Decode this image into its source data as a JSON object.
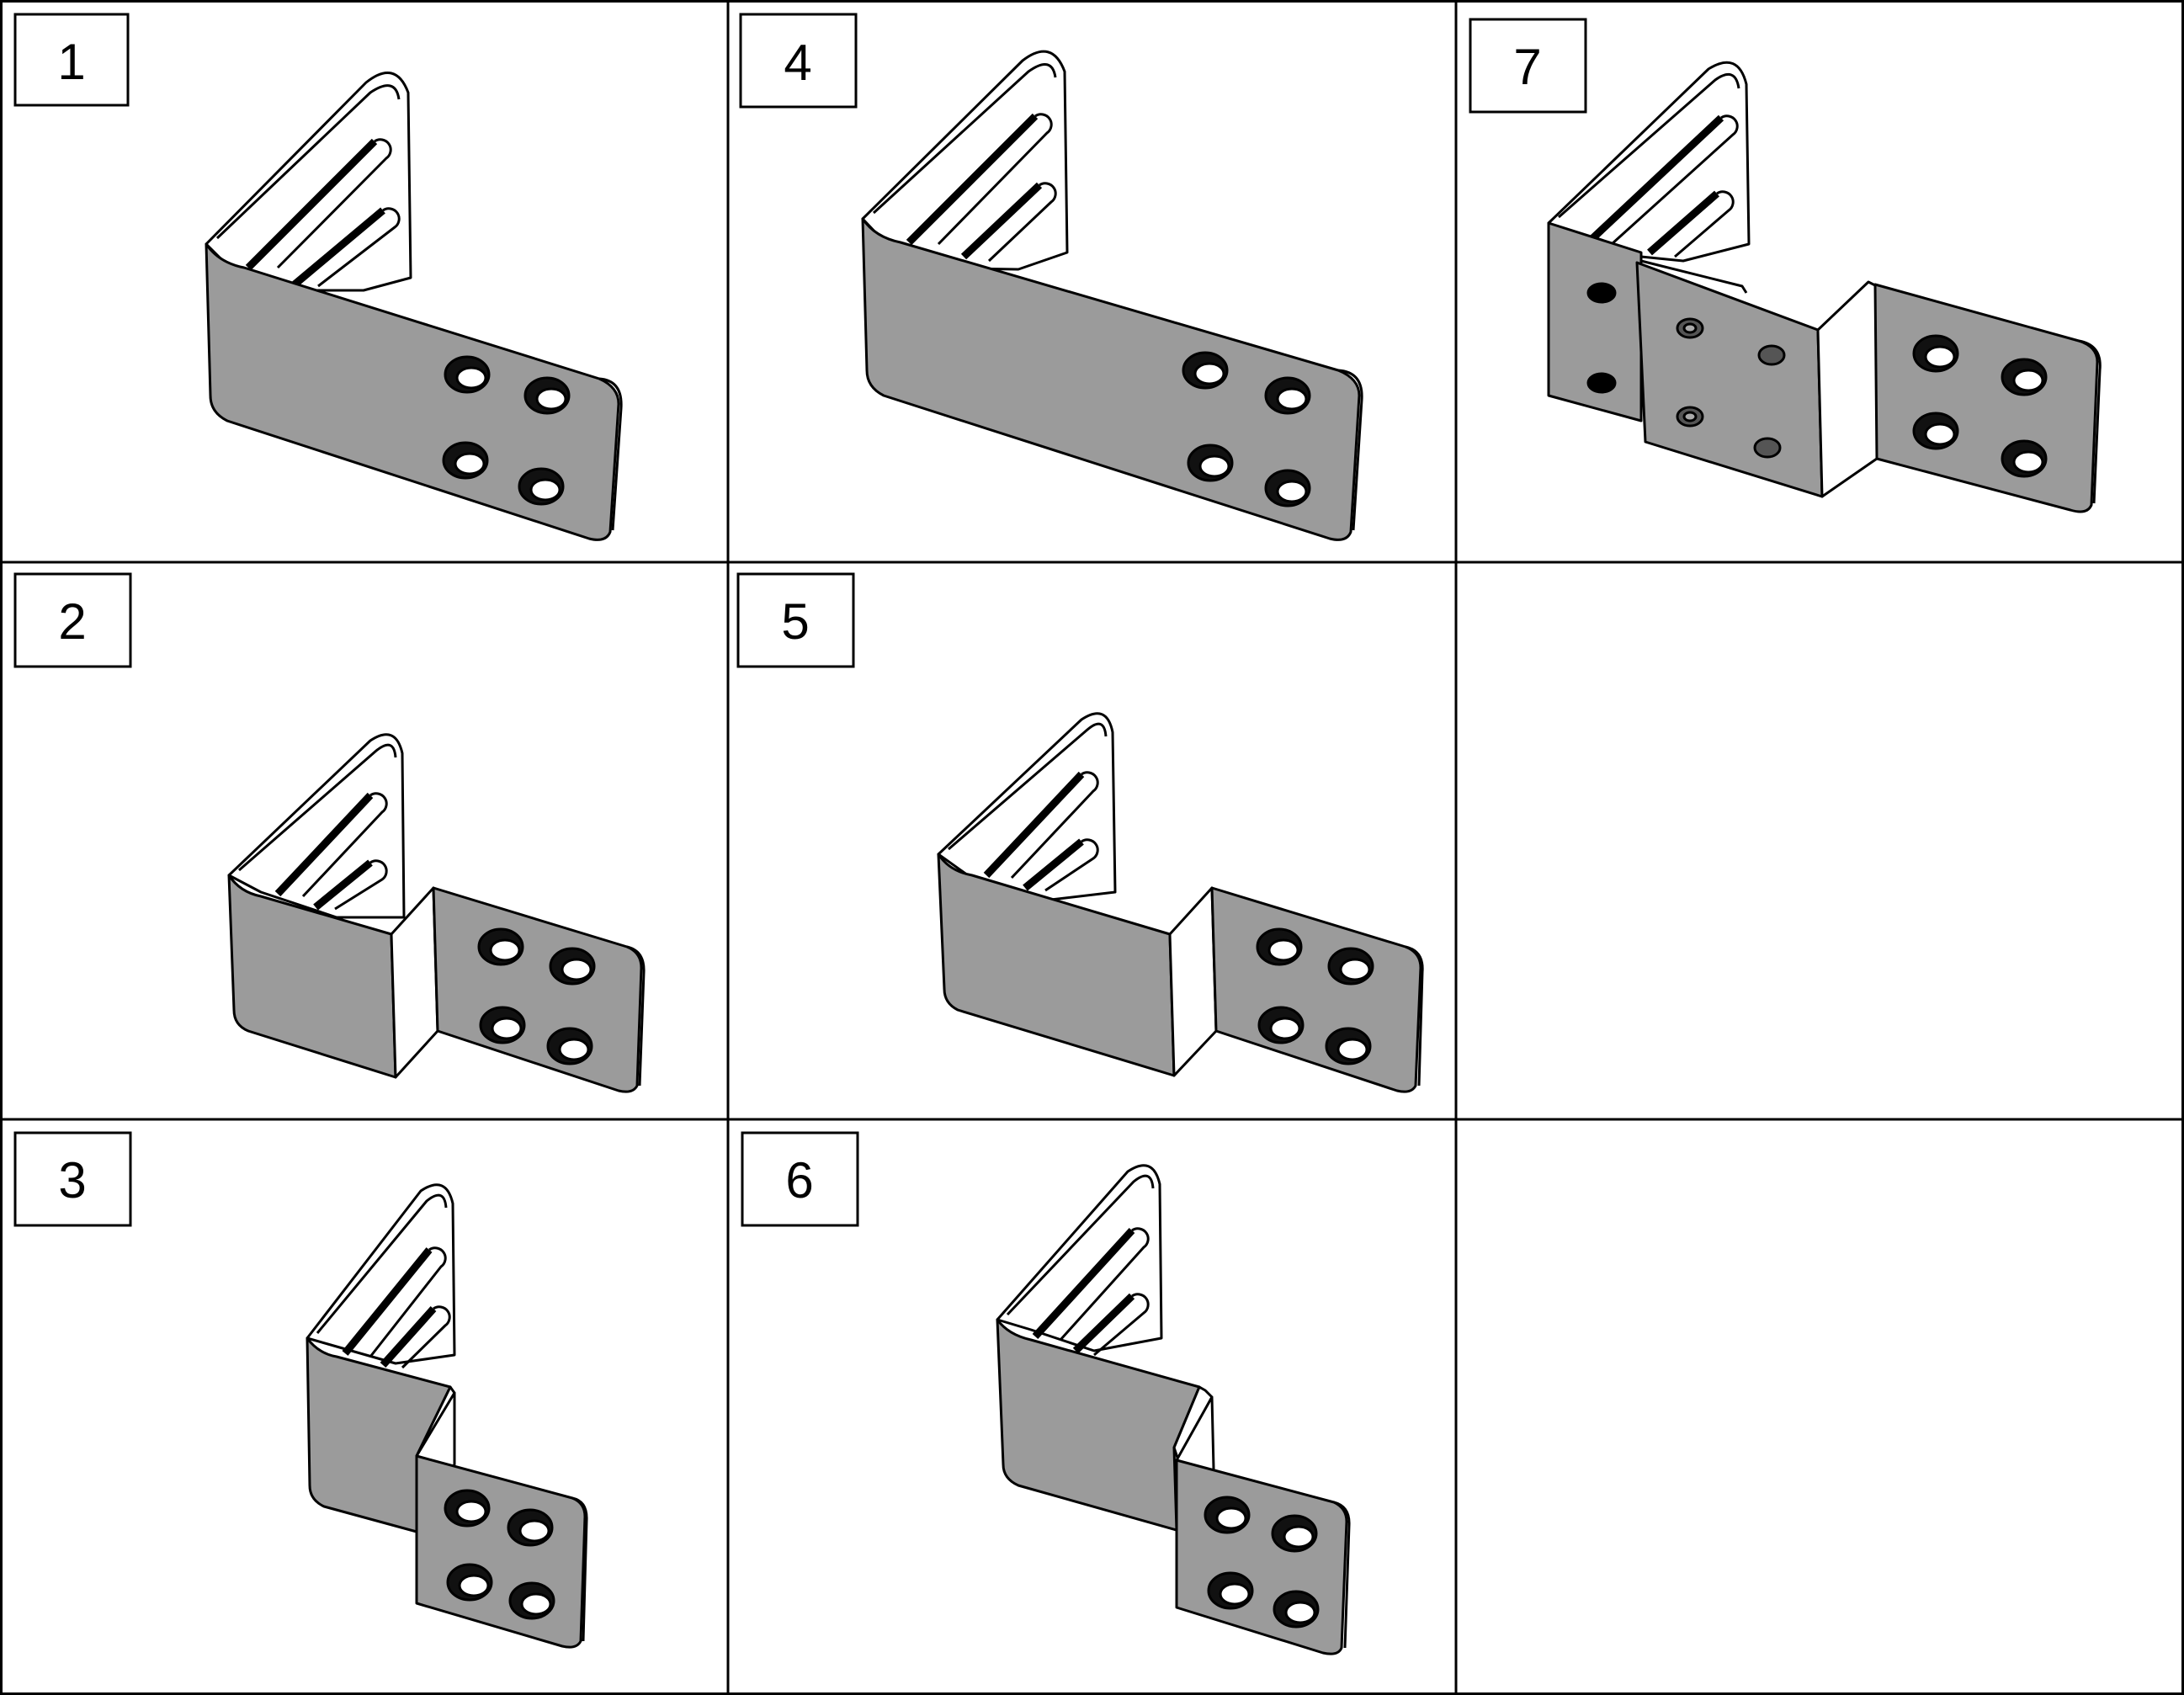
{
  "colors": {
    "line": "#000000",
    "face": "#9b9b9b",
    "face_light": "#ffffff",
    "background": "#ffffff"
  },
  "cells": [
    {
      "label": "1",
      "variant": "L-bracket, long flat arm, no offset step"
    },
    {
      "label": "4",
      "variant": "L-bracket, longer flat arm, no offset step"
    },
    {
      "label": "7",
      "variant": "Z-offset bracket with mounting plate attached"
    },
    {
      "label": "2",
      "variant": "Z-offset bracket, small offset"
    },
    {
      "label": "5",
      "variant": "Z-offset bracket, wide back"
    },
    {
      "label": "",
      "variant": "empty"
    },
    {
      "label": "3",
      "variant": "Z-offset bracket, deep offset, narrow"
    },
    {
      "label": "6",
      "variant": "Z-offset bracket, deep offset, wide"
    },
    {
      "label": "",
      "variant": "empty"
    }
  ]
}
